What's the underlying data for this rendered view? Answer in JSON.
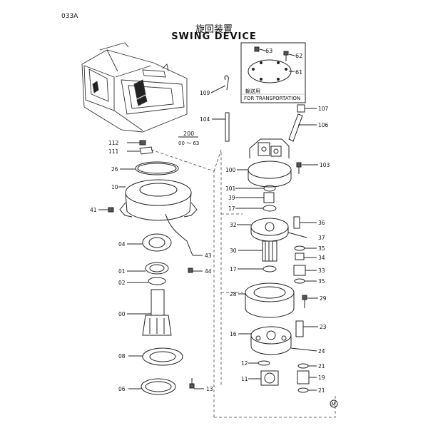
{
  "page_code": "033A",
  "title_jp": "旋回装置",
  "title_en": "SWING DEVICE",
  "inset": {
    "label_jp": "輸送用",
    "label_en": "FOR TRANSPORTATION",
    "parts": [
      "63",
      "62",
      "61"
    ]
  },
  "assembly_ref": {
    "number": "200",
    "range": "00 ～ 63"
  },
  "part_labels": {
    "p107": "107",
    "p106": "106",
    "p109": "109",
    "p104": "104",
    "p100": "100",
    "p103": "103",
    "p101": "101",
    "p39": "39",
    "p17a": "17",
    "p17b": "17",
    "p36": "36",
    "p32": "32",
    "p37": "37",
    "p35a": "35",
    "p35b": "35",
    "p34": "34",
    "p30": "30",
    "p33": "33",
    "p28": "28",
    "p29": "29",
    "p23": "23",
    "p16": "16",
    "p24": "24",
    "p12": "12",
    "p21a": "21",
    "p21b": "21",
    "p19": "19",
    "p11": "11",
    "p112": "112",
    "p111": "111",
    "p26": "26",
    "p10": "10",
    "p41": "41",
    "p04": "04",
    "p43": "43",
    "p44": "44",
    "p01": "01",
    "p02": "02",
    "p00": "00",
    "p08": "08",
    "p06": "06",
    "p13": "13"
  },
  "corner_mark": "M"
}
